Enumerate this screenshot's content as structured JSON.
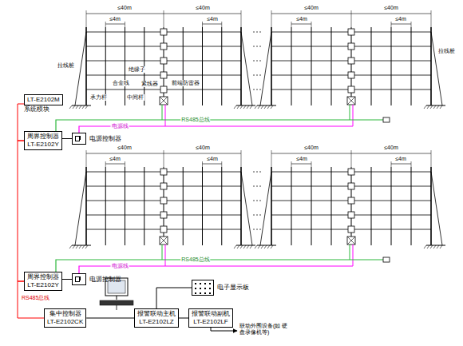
{
  "diagram": {
    "nodes": [
      {
        "text": [
          "LT-E2102M",
          "系统模块"
        ]
      },
      {
        "text": [
          "周界控制器",
          "LT-E2102Y"
        ]
      },
      {
        "text": [
          "电源控制器"
        ]
      },
      {
        "text": [
          "周界控制器",
          "LT-E2102Y"
        ]
      },
      {
        "text": [
          "电源控制器"
        ]
      },
      {
        "text": [
          "集中控制器",
          "LT-E2102CK"
        ]
      },
      {
        "text": [
          "报警联动主机",
          "LT-E2102LZ"
        ]
      },
      {
        "text": [
          "报警联动副机",
          "LT-E2102LF"
        ]
      },
      {
        "text": [
          "电子显示板"
        ]
      }
    ],
    "edges": [
      {
        "from": 0,
        "to": 1,
        "arrow": "none"
      },
      {
        "from": 1,
        "to": 3,
        "arrow": "none"
      },
      {
        "from": 3,
        "to": 5,
        "arrow": "none"
      },
      {
        "from": 1,
        "to": 2,
        "arrow": "none"
      },
      {
        "from": 3,
        "to": 4,
        "arrow": "none"
      },
      {
        "from": 5,
        "to": 6,
        "arrow": "none"
      },
      {
        "from": 6,
        "to": 7,
        "arrow": "none"
      },
      {
        "from": 6,
        "to": 8,
        "arrow": "none"
      }
    ],
    "labels": [
      "≤40m",
      "≤40m",
      "≤40m",
      "≤40m",
      "≤40m",
      "≤40m",
      "≤40m",
      "≤40m",
      "≤4m",
      "≤4m",
      "≤4m",
      "≤4m",
      "≤4m",
      "≤4m",
      "≤4m",
      "≤4m",
      "拉线桩",
      "承力杆",
      "合金线",
      "中间杆",
      "绝缘子",
      "紧线器",
      "前端防雷器",
      "拉线桩",
      "RS485总线",
      "电源线",
      "RS485总线",
      "电源线",
      "RS485总线",
      "联动外围设备(如 硬盘录像机等)"
    ]
  }
}
